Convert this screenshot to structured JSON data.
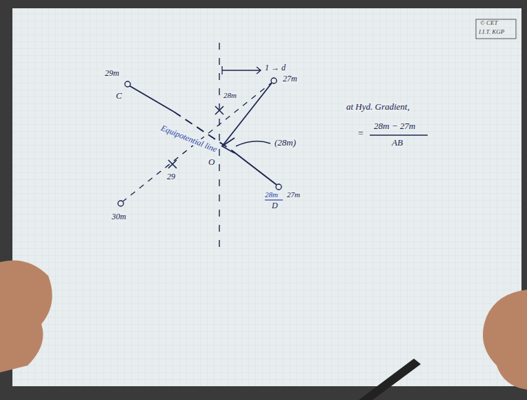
{
  "diagram": {
    "labels": [
      "© CET",
      "I.I.T. KGP",
      "29m",
      "C",
      "27m",
      "28m",
      "1 → d",
      "Equipotential line",
      "O",
      "(28m)",
      "29",
      "30m",
      "28m",
      "27m",
      "D",
      "at Hyd. Gradient,",
      "=",
      "28m − 27m",
      "AB"
    ]
  }
}
